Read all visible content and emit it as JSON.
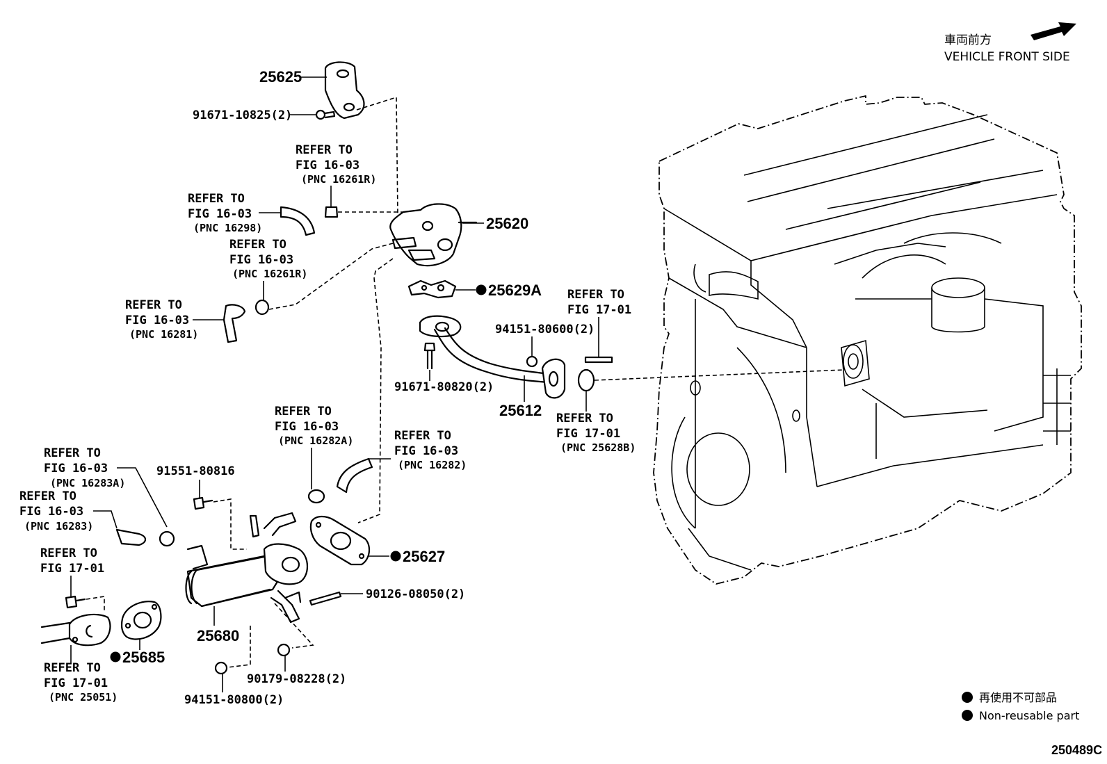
{
  "header": {
    "direction_jp": "車両前方",
    "direction_en": "VEHICLE FRONT SIDE"
  },
  "parts": {
    "p25625": "25625",
    "p91671_10825": "91671-10825(2)",
    "p25620": "25620",
    "p25629A": "25629A",
    "p94151_80600": "94151-80600(2)",
    "p91671_80820": "91671-80820(2)",
    "p25612": "25612",
    "p91551_80816": "91551-80816",
    "p25627": "25627",
    "p90126_08050": "90126-08050(2)",
    "p25680": "25680",
    "p25685": "25685",
    "p90179_08228": "90179-08228(2)",
    "p94151_80800": "94151-80800(2)"
  },
  "refs": [
    {
      "line1": "REFER TO",
      "line2": "FIG 16-03",
      "pnc": "(PNC 16261R)"
    },
    {
      "line1": "REFER TO",
      "line2": "FIG 16-03",
      "pnc": "(PNC 16298)"
    },
    {
      "line1": "REFER TO",
      "line2": "FIG 16-03",
      "pnc": "(PNC 16261R)"
    },
    {
      "line1": "REFER TO",
      "line2": "FIG 16-03",
      "pnc": "(PNC 16281)"
    },
    {
      "line1": "REFER TO",
      "line2": "FIG 17-01",
      "pnc": ""
    },
    {
      "line1": "REFER TO",
      "line2": "FIG 17-01",
      "pnc": "(PNC 25628B)"
    },
    {
      "line1": "REFER TO",
      "line2": "FIG 16-03",
      "pnc": "(PNC 16282A)"
    },
    {
      "line1": "REFER TO",
      "line2": "FIG 16-03",
      "pnc": "(PNC 16282)"
    },
    {
      "line1": "REFER TO",
      "line2": "FIG 16-03",
      "pnc": "(PNC 16283A)"
    },
    {
      "line1": "REFER TO",
      "line2": "FIG 16-03",
      "pnc": "(PNC 16283)"
    },
    {
      "line1": "REFER TO",
      "line2": "FIG 17-01",
      "pnc": ""
    },
    {
      "line1": "REFER TO",
      "line2": "FIG 17-01",
      "pnc": "(PNC 25051)"
    }
  ],
  "legend": {
    "jp": "再使用不可部品",
    "en": "Non-reusable part"
  },
  "figure_code": "250489C"
}
